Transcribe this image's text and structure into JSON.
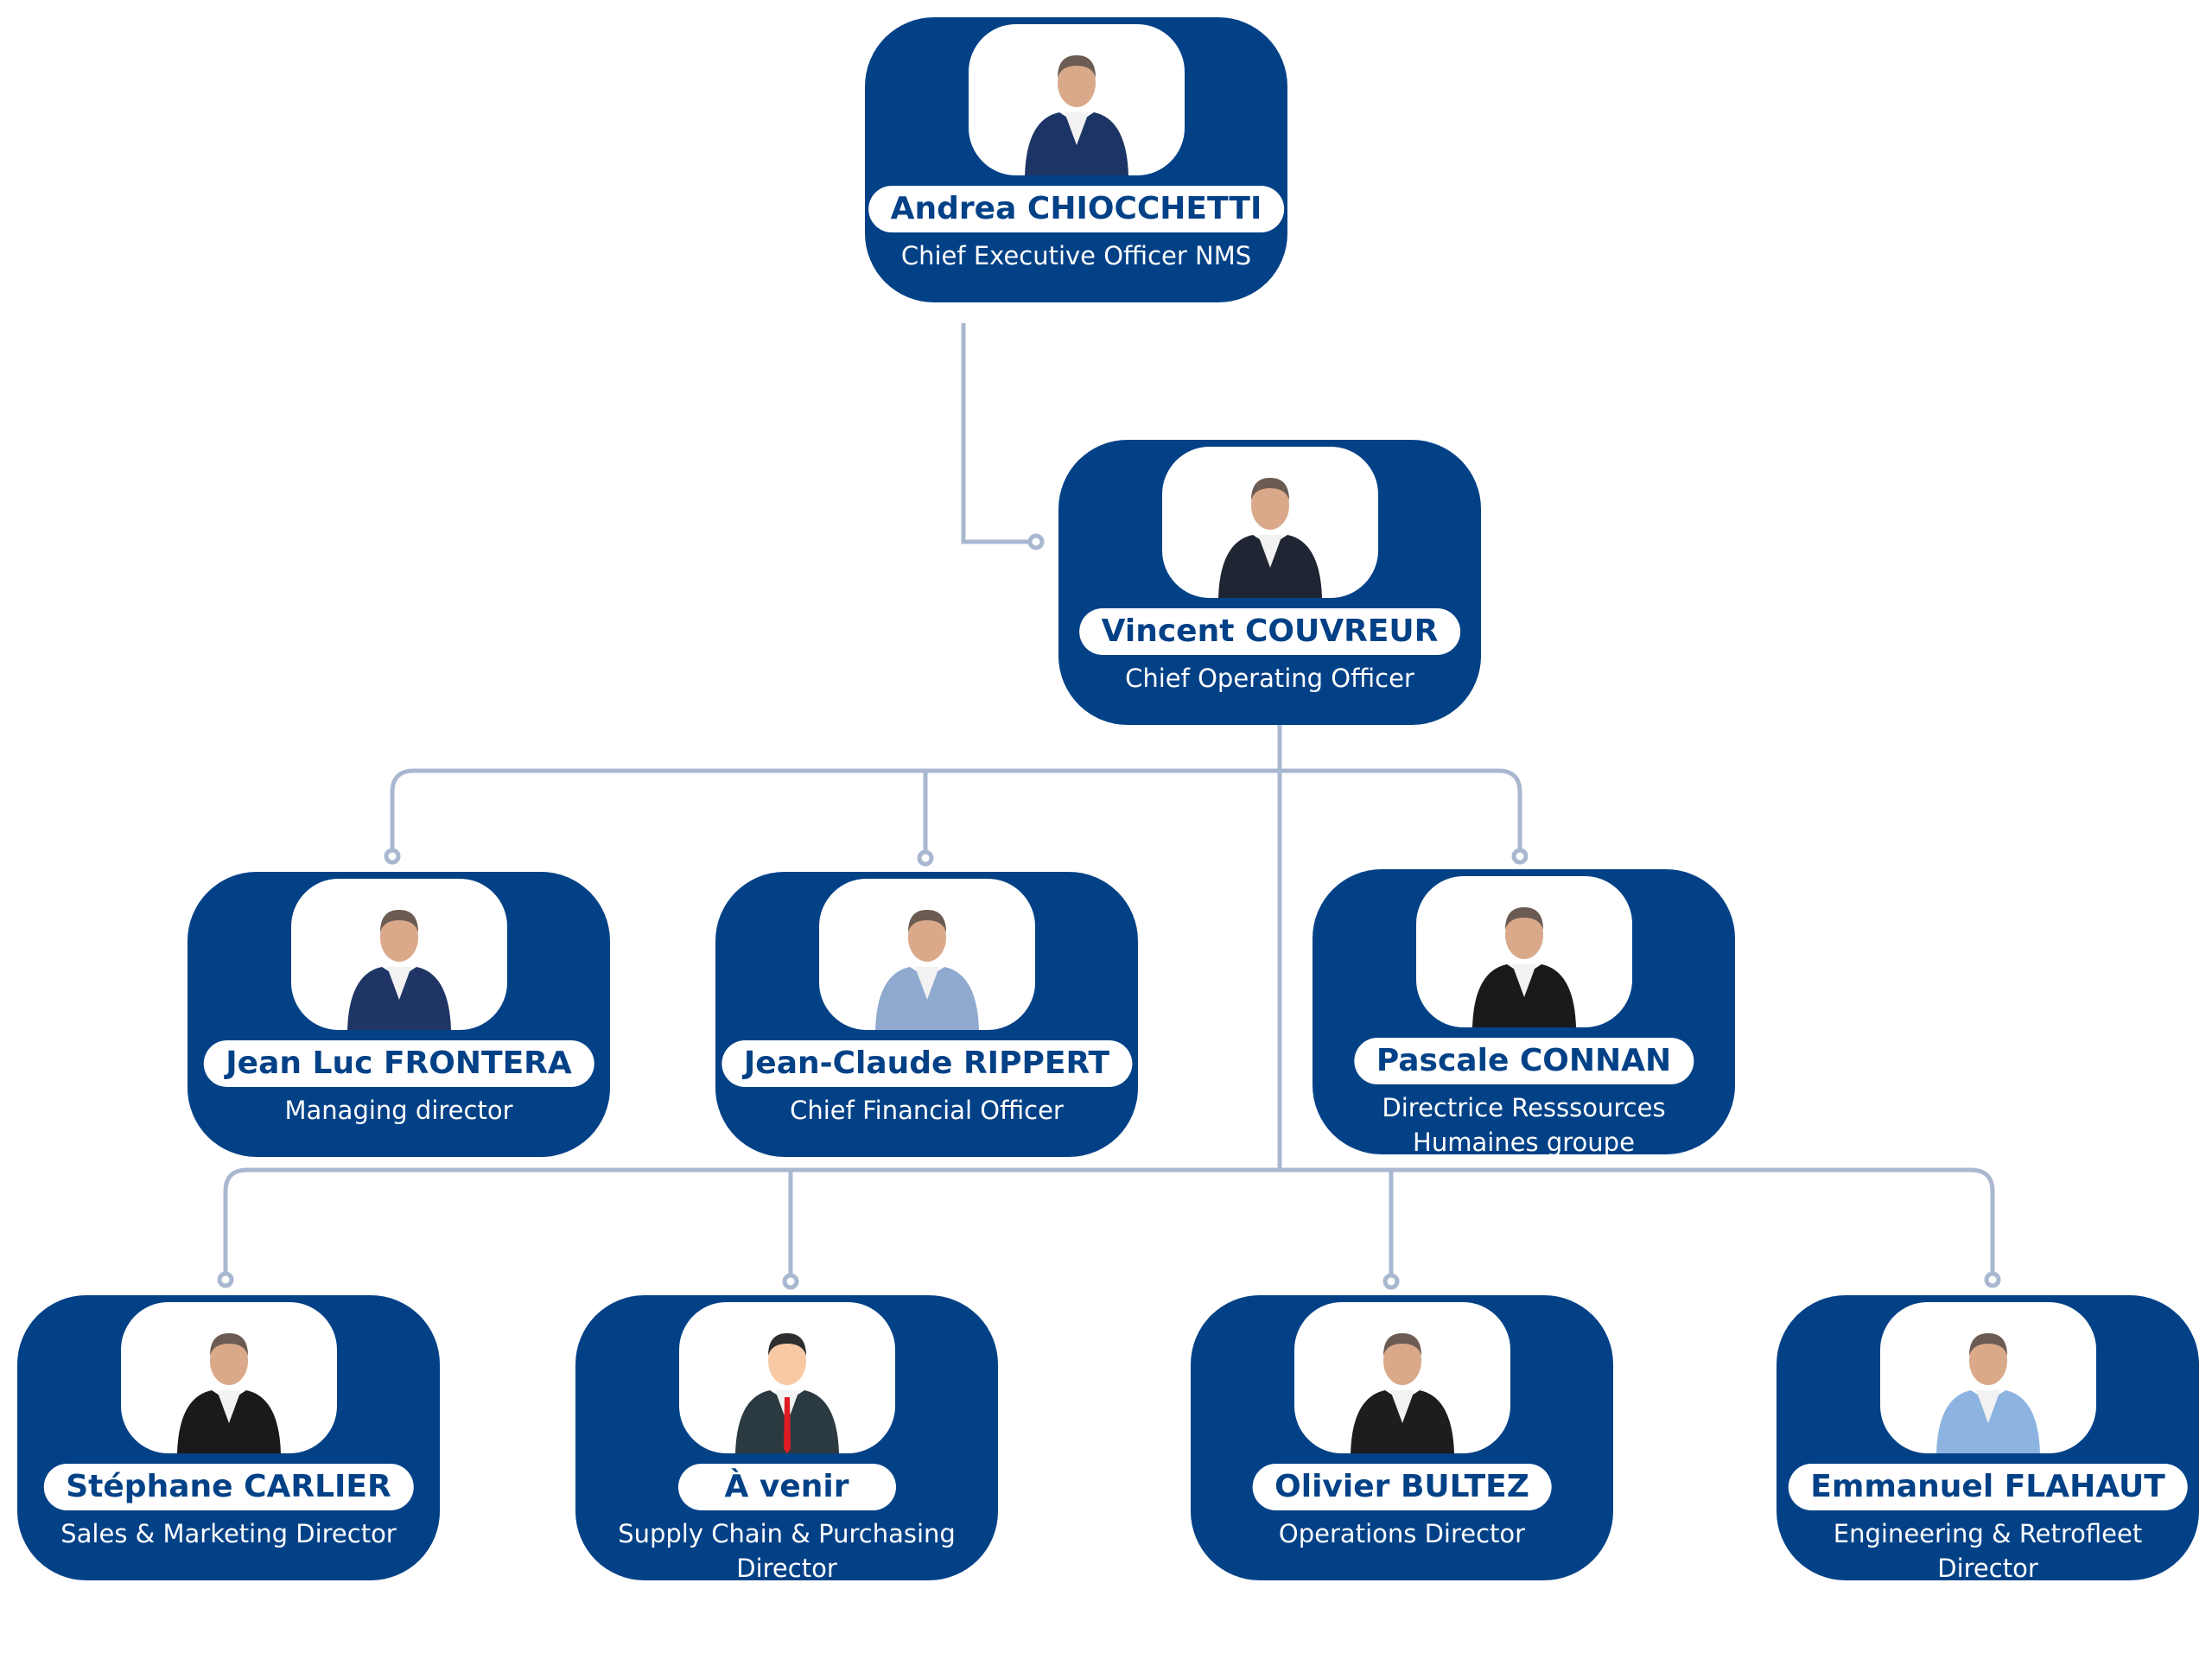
{
  "colors": {
    "card": "#034187",
    "connector": "#a9b8d0"
  },
  "people": [
    {
      "id": "ceo",
      "name": "Andrea CHIOCCHETTI",
      "role": "Chief Executive Officer NMS",
      "suit": "#1d3566"
    },
    {
      "id": "coo",
      "name": "Vincent COUVREUR",
      "role": "Chief Operating Officer",
      "suit": "#1f2533"
    },
    {
      "id": "md",
      "name": "Jean Luc FRONTERA",
      "role": "Managing director",
      "suit": "#1f3566"
    },
    {
      "id": "cfo",
      "name": "Jean-Claude RIPPERT",
      "role": "Chief Financial Officer",
      "suit": "#8fa9cf"
    },
    {
      "id": "hr",
      "name": "Pascale CONNAN",
      "role": "Directrice Resssources Humaines groupe",
      "suit": "#1a1a1a"
    },
    {
      "id": "sales",
      "name": "Stéphane CARLIER",
      "role": "Sales & Marketing Director",
      "suit": "#1a1a1a"
    },
    {
      "id": "supply",
      "name": "À venir",
      "role": "Supply Chain & Purchasing Director",
      "suit": "#2b3a40"
    },
    {
      "id": "ops",
      "name": "Olivier BULTEZ",
      "role": "Operations Director",
      "suit": "#1d1d1d"
    },
    {
      "id": "eng",
      "name": "Emmanuel FLAHAUT",
      "role": "Engineering & Retrofleet Director",
      "suit": "#8db4e0"
    }
  ]
}
